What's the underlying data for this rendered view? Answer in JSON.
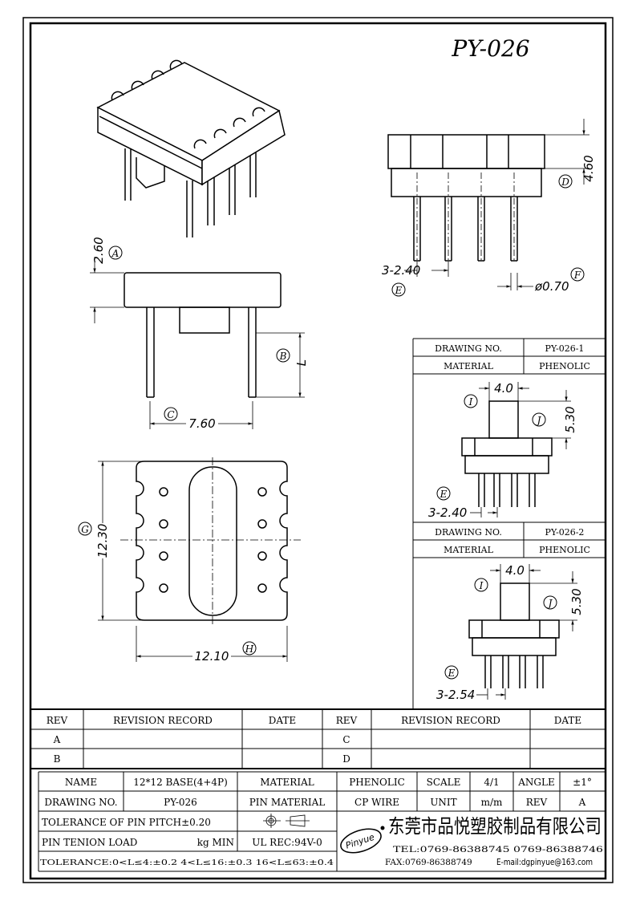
{
  "drawing": {
    "part_number": "PY-026",
    "labels": {
      "A": "A",
      "B": "B",
      "C": "C",
      "D": "D",
      "E": "E",
      "F": "F",
      "G": "G",
      "H": "H",
      "I": "I",
      "J": "J"
    },
    "dims": {
      "flange_thickness": "2.60",
      "pin_length": "L",
      "row_spacing": "7.60",
      "body_height": "4.60",
      "pin_pitch": "3-2.40",
      "pin_diameter": "ø0.70",
      "length": "12.30",
      "width": "12.10",
      "variant_1_width": "4.0",
      "variant_1_height": "5.30",
      "variant_1_pitch": "3-2.40",
      "variant_2_width": "4.0",
      "variant_2_height": "5.30",
      "variant_2_pitch": "3-2.54"
    }
  },
  "variants": [
    {
      "drawing_label": "DRAWING NO.",
      "drawing_no": "PY-026-1",
      "material_label": "MATERIAL",
      "material": "PHENOLIC"
    },
    {
      "drawing_label": "DRAWING NO.",
      "drawing_no": "PY-026-2",
      "material_label": "MATERIAL",
      "material": "PHENOLIC"
    }
  ],
  "revision_table": {
    "headers": [
      "REV",
      "REVISION RECORD",
      "DATE",
      "REV",
      "REVISION RECORD",
      "DATE"
    ],
    "rows": [
      [
        "A",
        "",
        "",
        "C",
        "",
        ""
      ],
      [
        "B",
        "",
        "",
        "D",
        "",
        ""
      ]
    ]
  },
  "title_block": {
    "name_label": "NAME",
    "name": "12*12 BASE(4+4P)",
    "material_label": "MATERIAL",
    "material": "PHENOLIC",
    "scale_label": "SCALE",
    "scale": "4/1",
    "angle_label": "ANGLE",
    "angle": "±1°",
    "drawing_no_label": "DRAWING NO.",
    "drawing_no": "PY-026",
    "pin_material_label": "PIN MATERIAL",
    "pin_material": "CP WIRE",
    "unit_label": "UNIT",
    "unit": "m/m",
    "rev_label": "REV",
    "rev": "A",
    "tolerance_pitch": "TOLERANCE OF PIN PITCH±0.20",
    "pin_tension_label": "PIN TENION LOAD",
    "pin_tension_unit": "kg MIN",
    "ul_rec": "UL REC:94V-0",
    "tolerance_general": "TOLERANCE:0<L≤4:±0.2  4<L≤16:±0.3  16<L≤63:±0.4"
  },
  "company": {
    "logo_text": "Pinyue",
    "name_cn": "东莞市品悦塑胶制品有限公司",
    "tel": "TEL:0769-86388745   0769-86388746",
    "fax": "FAX:0769-86388749",
    "email": "E-mail:dgpinyue@163.com"
  },
  "colors": {
    "line": "#000000",
    "background": "#ffffff"
  }
}
